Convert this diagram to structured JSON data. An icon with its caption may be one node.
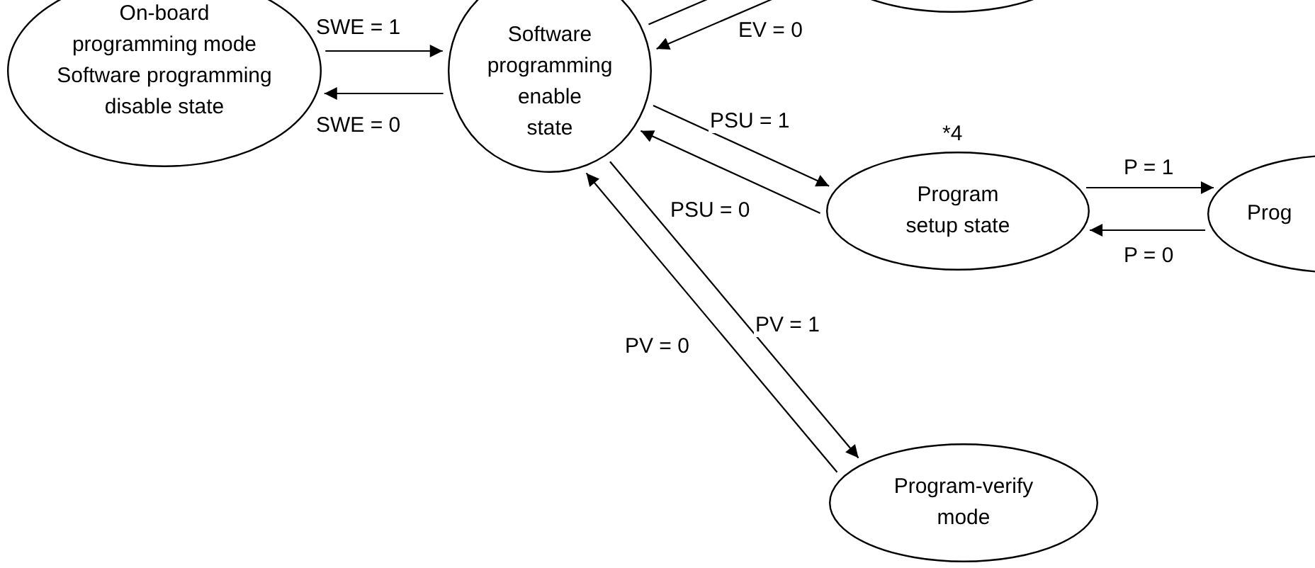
{
  "diagram": {
    "nodes": [
      {
        "text": [
          "On-board programming mode Software programming disable state"
        ]
      },
      {
        "text": [
          "Software programming enable state"
        ]
      },
      {
        "text": [],
        "shape": "ellipse"
      },
      {
        "text": [
          "Program setup state"
        ],
        "beside": [
          "*4"
        ]
      },
      {
        "text": [
          "Prog"
        ]
      },
      {
        "text": [
          "Program-verify mode"
        ]
      }
    ],
    "edges": [
      {
        "from": 0,
        "to": 1,
        "arrow": "to",
        "label": "SWE = 1"
      },
      {
        "from": 1,
        "to": 0,
        "arrow": "to",
        "label": "SWE = 0"
      },
      {
        "from": 1,
        "to": 2,
        "arrow": "to"
      },
      {
        "from": 2,
        "to": 1,
        "arrow": "to",
        "label": "EV = 0"
      },
      {
        "from": 1,
        "to": 3,
        "arrow": "to",
        "label": "PSU = 1"
      },
      {
        "from": 3,
        "to": 1,
        "arrow": "to",
        "label": "PSU = 0"
      },
      {
        "from": 3,
        "to": 4,
        "arrow": "to",
        "label": "P = 1"
      },
      {
        "from": 4,
        "to": 3,
        "arrow": "to",
        "label": "P = 0"
      },
      {
        "from": 1,
        "to": 5,
        "arrow": "to",
        "label": "PV = 1"
      },
      {
        "from": 5,
        "to": 1,
        "arrow": "to",
        "label": "PV = 0"
      }
    ]
  }
}
